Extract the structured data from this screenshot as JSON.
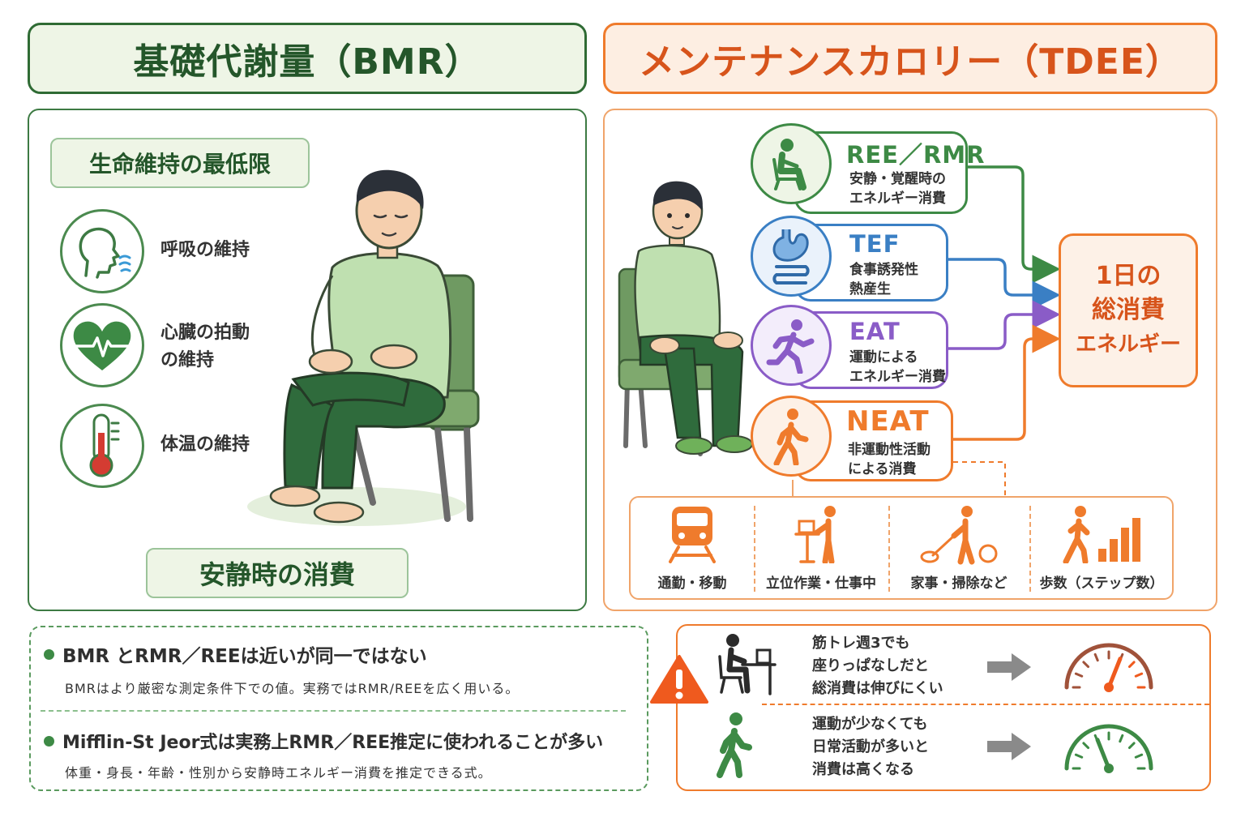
{
  "bmr": {
    "header": "基礎代謝量（BMR）",
    "tag": "生命維持の最低限",
    "items": [
      {
        "icon": "breathing-icon",
        "line1": "呼吸の維持",
        "line2": ""
      },
      {
        "icon": "heart-icon",
        "line1": "心臓の拍動",
        "line2": "の維持"
      },
      {
        "icon": "thermometer-icon",
        "line1": "体温の維持",
        "line2": ""
      }
    ],
    "footer": "安静時の消費",
    "colors": {
      "primary": "#2f6b34",
      "light": "#eef5e6",
      "accent": "#3d8a45"
    }
  },
  "tdee": {
    "header": "メンテナンスカロリー（TDEE）",
    "components": [
      {
        "title": "REE／RMR",
        "desc1": "安静・覚醒時の",
        "desc2": "エネルギー消費",
        "color": "#3d8a45",
        "icon": "sitting-person-icon"
      },
      {
        "title": "TEF",
        "desc1": "食事誘発性",
        "desc2": "熱産生",
        "color": "#3a7fc4",
        "icon": "stomach-icon"
      },
      {
        "title": "EAT",
        "desc1": "運動による",
        "desc2": "エネルギー消費",
        "color": "#8a5cc7",
        "icon": "running-person-icon"
      },
      {
        "title": "NEAT",
        "desc1": "非運動性活動",
        "desc2": "による消費",
        "color": "#ef7b2c",
        "icon": "walking-person-icon"
      }
    ],
    "total": {
      "line1": "1日の",
      "line2": "総消費",
      "line3": "エネルギー"
    },
    "neat_examples": [
      {
        "icon": "train-icon",
        "label": "通勤・移動"
      },
      {
        "icon": "standing-desk-icon",
        "label": "立位作業・仕事中"
      },
      {
        "icon": "vacuum-cleaning-icon",
        "label": "家事・掃除など"
      },
      {
        "icon": "steps-chart-icon",
        "label": "歩数（ステップ数）"
      }
    ],
    "colors": {
      "primary": "#ef7b2c",
      "light": "#fdeee2"
    }
  },
  "notes": [
    {
      "title": "BMR とRMR／REEは近いが同一ではない",
      "sub": "BMRはより厳密な測定条件下での値。実務ではRMR/REEを広く用いる。"
    },
    {
      "title": "Mifflin-St Jeor式は実務上RMR／REE推定に使われることが多い",
      "sub": "体重・身長・年齢・性別から安静時エネルギー消費を推定できる式。"
    }
  ],
  "warning": {
    "icon": "warning-icon",
    "rows": [
      {
        "icon": "desk-worker-icon",
        "line1": "筋トレ週3でも",
        "line2": "座りっぱなしだと",
        "line3": "総消費は伸びにくい",
        "gauge": "low-gauge-icon",
        "gauge_level": 0.62,
        "gauge_color": "#a0523a"
      },
      {
        "icon": "walking-person-icon",
        "line1": "運動が少なくても",
        "line2": "日常活動が多いと",
        "line3": "消費は高くなる",
        "gauge": "high-gauge-icon",
        "gauge_level": 0.38,
        "gauge_color": "#3d8a45"
      }
    ]
  }
}
